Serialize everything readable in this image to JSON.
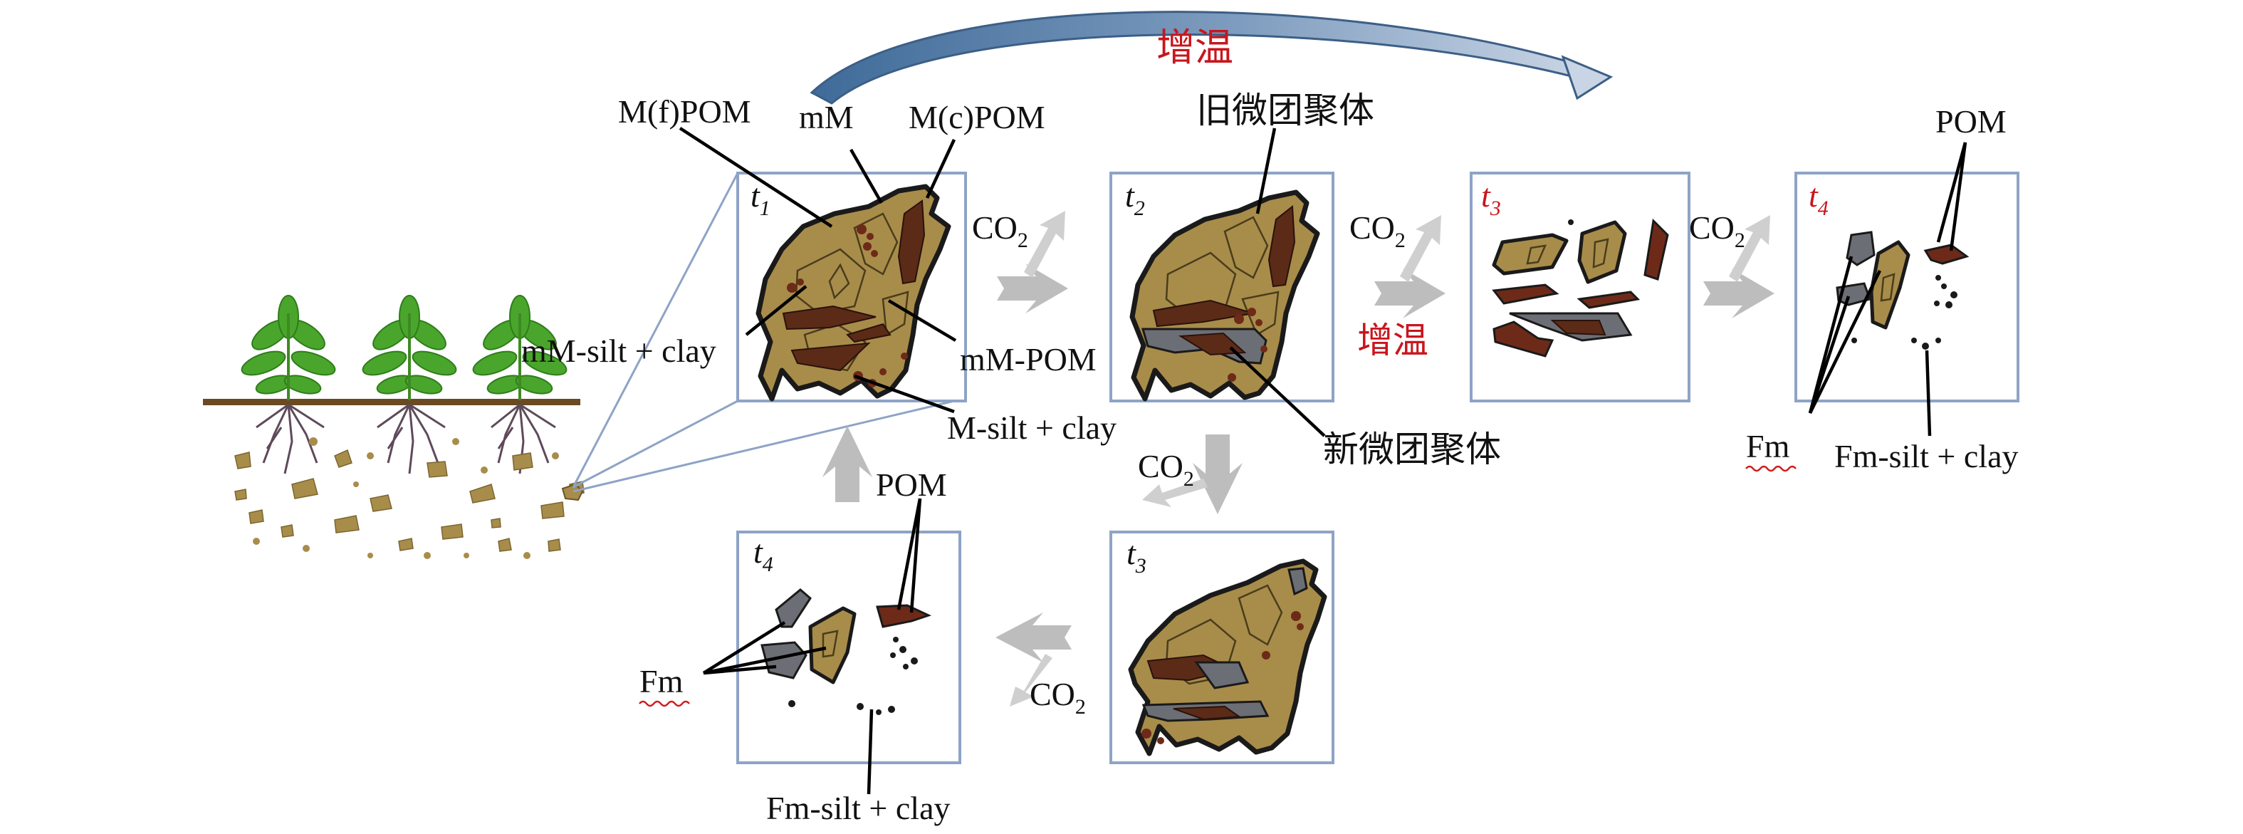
{
  "labels": {
    "warming_top": "增温",
    "warming_mid": "增温",
    "mfpom": "M(f)POM",
    "mm": "mM",
    "mcpom": "M(c)POM",
    "old_micro": "旧微团聚体",
    "new_micro": "新微团聚体",
    "mm_silt_clay": "mM-silt + clay",
    "mm_pom": "mM-POM",
    "m_silt_clay": "M-silt + clay",
    "pom_right": "POM",
    "pom_bottom": "POM",
    "fm_right": "Fm",
    "fm_bottom": "Fm",
    "fm_silt_clay_right": "Fm-silt + clay",
    "fm_silt_clay_bottom": "Fm-silt + clay"
  },
  "co2": {
    "base": "CO",
    "sub": "2"
  },
  "time_labels": {
    "t1": {
      "base": "t",
      "sub": "1"
    },
    "t2": {
      "base": "t",
      "sub": "2"
    },
    "t3": {
      "base": "t",
      "sub": "3"
    },
    "t4": {
      "base": "t",
      "sub": "4"
    }
  },
  "colors": {
    "aggregate_fill": "#a88c4a",
    "pom": "#5b2b18",
    "mineral_gray": "#6c6e75",
    "warming_red": "#c8161d",
    "box_stroke": "#8ea3c6"
  }
}
